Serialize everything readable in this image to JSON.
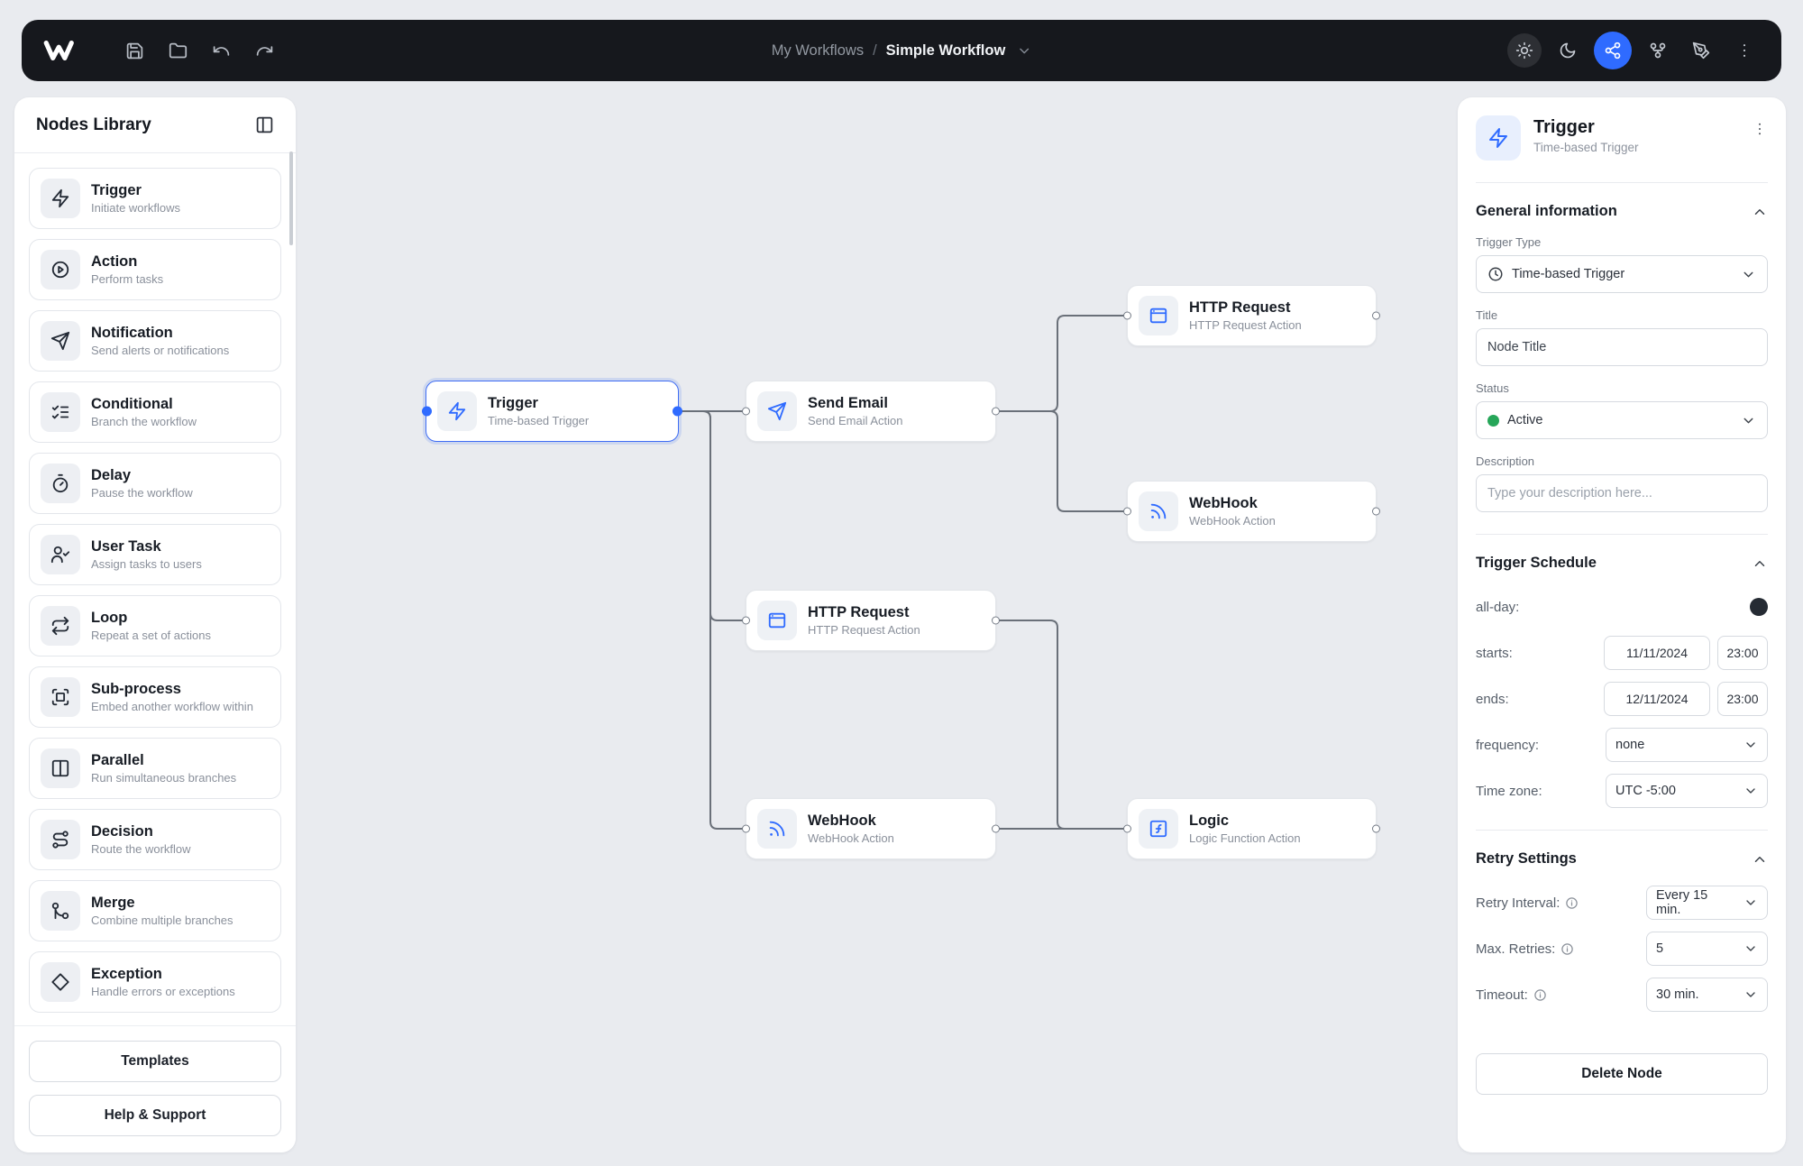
{
  "topbar": {
    "breadcrumb": {
      "parent": "My Workflows",
      "separator": "/",
      "current": "Simple Workflow"
    }
  },
  "sidebar": {
    "title": "Nodes Library",
    "items": [
      {
        "label": "Trigger",
        "desc": "Initiate workflows"
      },
      {
        "label": "Action",
        "desc": "Perform tasks"
      },
      {
        "label": "Notification",
        "desc": "Send alerts or notifications"
      },
      {
        "label": "Conditional",
        "desc": "Branch the workflow"
      },
      {
        "label": "Delay",
        "desc": "Pause the workflow"
      },
      {
        "label": "User Task",
        "desc": "Assign tasks to users"
      },
      {
        "label": "Loop",
        "desc": "Repeat a set of actions"
      },
      {
        "label": "Sub-process",
        "desc": "Embed another workflow within"
      },
      {
        "label": "Parallel",
        "desc": "Run simultaneous branches"
      },
      {
        "label": "Decision",
        "desc": "Route the workflow"
      },
      {
        "label": "Merge",
        "desc": "Combine multiple branches"
      },
      {
        "label": "Exception",
        "desc": "Handle errors or exceptions"
      }
    ],
    "footer": {
      "templates": "Templates",
      "help": "Help & Support"
    }
  },
  "canvas": {
    "nodes": [
      {
        "title": "Trigger",
        "subtitle": "Time-based Trigger"
      },
      {
        "title": "Send Email",
        "subtitle": "Send Email Action"
      },
      {
        "title": "HTTP Request",
        "subtitle": "HTTP Request Action"
      },
      {
        "title": "WebHook",
        "subtitle": "WebHook Action"
      },
      {
        "title": "HTTP Request",
        "subtitle": "HTTP Request Action"
      },
      {
        "title": "WebHook",
        "subtitle": "WebHook Action"
      },
      {
        "title": "Logic",
        "subtitle": "Logic Function Action"
      }
    ]
  },
  "inspector": {
    "header": {
      "title": "Trigger",
      "subtitle": "Time-based Trigger"
    },
    "general": {
      "title": "General information",
      "trigger_type_label": "Trigger Type",
      "trigger_type_value": "Time-based Trigger",
      "title_label": "Title",
      "title_value": "Node Title",
      "status_label": "Status",
      "status_value": "Active",
      "description_label": "Description",
      "description_placeholder": "Type your description here..."
    },
    "schedule": {
      "title": "Trigger Schedule",
      "all_day_label": "all-day:",
      "starts_label": "starts:",
      "starts_date": "11/11/2024",
      "starts_time": "23:00",
      "ends_label": "ends:",
      "ends_date": "12/11/2024",
      "ends_time": "23:00",
      "frequency_label": "frequency:",
      "frequency_value": "none",
      "timezone_label": "Time zone:",
      "timezone_value": "UTC -5:00"
    },
    "retry": {
      "title": "Retry Settings",
      "interval_label": "Retry Interval:",
      "interval_value": "Every 15 min.",
      "max_retries_label": "Max. Retries:",
      "max_retries_value": "5",
      "timeout_label": "Timeout:",
      "timeout_value": "30 min."
    },
    "delete_button": "Delete Node"
  },
  "colors": {
    "accent": "#2f6bff",
    "topbar_bg": "#16181d",
    "status_active_green": "#26a659"
  }
}
